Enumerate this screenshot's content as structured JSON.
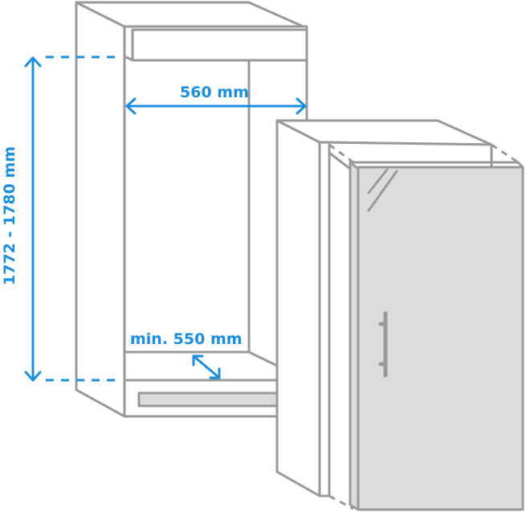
{
  "diagram": {
    "type": "built-in-fridge-installation-dimensions",
    "labels": {
      "niche_height": "1772 - 1780 mm",
      "niche_width": "560 mm",
      "niche_depth": "min. 550 mm"
    },
    "colors": {
      "dimension": "#1a8fe0",
      "outline": "#999999",
      "door_fill": "#dcdcdc"
    }
  }
}
